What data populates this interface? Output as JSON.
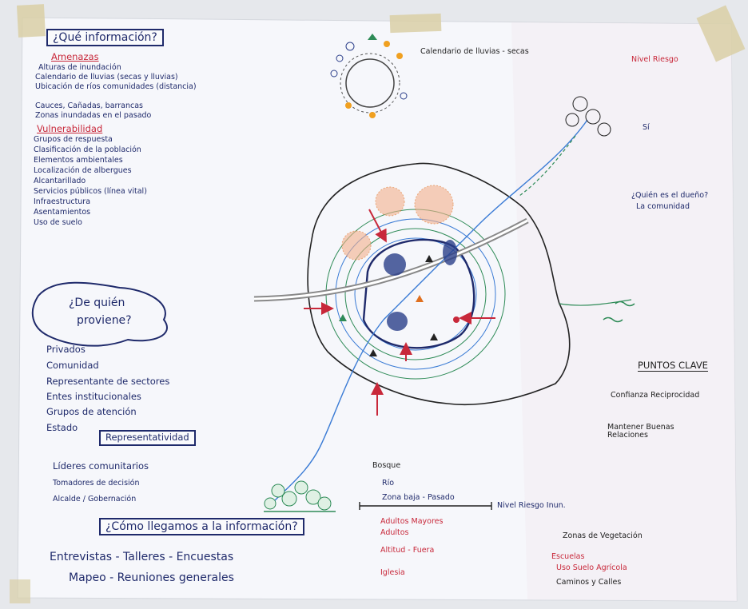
{
  "colors": {
    "paper": "#f6f7fb",
    "wall": "#e6e8ec",
    "tape": "#d9cfa6",
    "ink_blue": "#2b3e8a",
    "ink_red": "#c8283a",
    "ink_green": "#2e8b57",
    "ink_orange": "#e0701f",
    "ink_black": "#222222"
  },
  "info": {
    "title": "¿Qué información?",
    "amenazas_title": "Amenazas",
    "amenazas": [
      "Alturas de inundación",
      "Calendario de lluvias (secas y lluvias)",
      "Ubicación de ríos comunidades (distancia)",
      "Cauces, Cañadas, barrancas",
      "Zonas inundadas en el pasado"
    ],
    "vulnerabilidad_title": "Vulnerabilidad",
    "vulnerabilidad": [
      "Grupos de respuesta",
      "Clasificación de la población",
      "Elementos ambientales",
      "Localización de albergues",
      "Alcantarillado",
      "Servicios públicos (línea vital)",
      "Infraestructura",
      "Asentamientos",
      "Uso de suelo"
    ]
  },
  "calendar": {
    "label": "Calendario de lluvias - secas"
  },
  "sources": {
    "title_line1": "¿De quién",
    "title_line2": "proviene?",
    "items": [
      "Privados",
      "Comunidad",
      "Representante de sectores",
      "Entes institucionales",
      "Grupos de atención",
      "Estado"
    ]
  },
  "representatividad": {
    "title": "Representatividad",
    "items": [
      "Líderes comunitarios",
      "Tomadores de decisión",
      "Alcalde / Gobernación"
    ]
  },
  "how": {
    "title": "¿Cómo llegamos a la información?",
    "line1": "Entrevistas - Talleres - Encuestas",
    "line2": "Mapeo - Reuniones generales"
  },
  "puntos_clave": {
    "title": "PUNTOS CLAVE",
    "items": [
      "Confianza Reciprocidad",
      "Mantener Buenas Relaciones"
    ]
  },
  "right_notes": {
    "items": [
      "Nivel Riesgo",
      "Sí",
      "¿Quién es el dueño?",
      "La comunidad"
    ]
  },
  "legend": {
    "items": [
      "Bosque",
      "Río",
      "Zona baja - Pasado",
      "Nivel Riesgo Inun.",
      "Adultos Mayores",
      "Adultos",
      "Altitud - Fuera",
      "Iglesia",
      "Zonas de Vegetación",
      "Escuelas",
      "Uso Suelo Agrícola",
      "Caminos y Calles"
    ]
  }
}
